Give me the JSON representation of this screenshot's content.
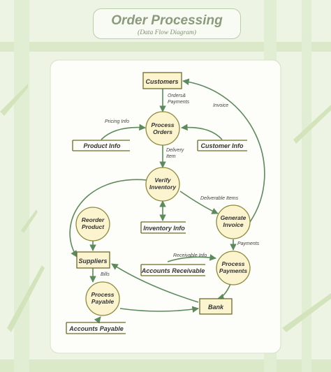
{
  "title": "Order Processing",
  "subtitle": "(Data Flow Diagram)",
  "colors": {
    "process_fill": "#fbf4cf",
    "process_stroke": "#8a8a3a",
    "entity_fill": "#fbf4cf",
    "entity_stroke": "#6b6b2a",
    "arrow": "#5c8a5c",
    "panel": "#fdfef9",
    "band": "#d9e8c7"
  },
  "external_entities": {
    "customers": "Customers",
    "suppliers": "Suppliers",
    "bank": "Bank"
  },
  "processes": {
    "process_orders": [
      "Process",
      "Orders"
    ],
    "verify_inventory": [
      "Verify",
      "Inventory"
    ],
    "reorder_product": [
      "Reorder",
      "Product"
    ],
    "generate_invoice": [
      "Generate",
      "Invoice"
    ],
    "process_payments": [
      "Process",
      "Payments"
    ],
    "process_payable": [
      "Process",
      "Payable"
    ]
  },
  "data_stores": {
    "product_info": "Product Info",
    "customer_info": "Customer Info",
    "inventory_info": "Inventory Info",
    "accounts_receivable": "Accounts Receivable",
    "accounts_payable": "Accounts Payable"
  },
  "flow_labels": {
    "orders_payments": [
      "Orders&",
      "Payments"
    ],
    "pricing_info": "Pricing Info",
    "invoice": "Invoice",
    "delivery_item": [
      "Delivery",
      "Item"
    ],
    "deliverable_items": "Deliverable Items",
    "payments": "Payments",
    "receivable_info": "Receivable Info",
    "bills": "Bills"
  }
}
